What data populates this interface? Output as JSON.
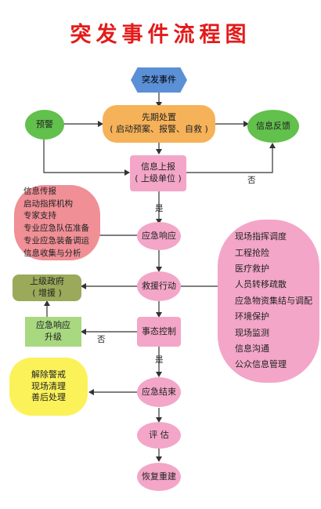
{
  "title": "突发事件流程图",
  "colors": {
    "title": "#e31b1b",
    "blue": "#5b8fd6",
    "orange": "#f6b259",
    "green": "#62c04c",
    "pink": "#f3a6c8",
    "salmon": "#f08f96",
    "olive": "#9aaa5a",
    "lightgreen": "#a8d880",
    "yellow": "#fbf25a",
    "line": "#333333"
  },
  "nodes": {
    "event": {
      "label": "突发事件"
    },
    "pre": {
      "line1": "先期处置",
      "line2": "( 启动预案、报警、自救 )"
    },
    "warning": {
      "label": "预警"
    },
    "feedback": {
      "label": "信息反馈"
    },
    "report": {
      "line1": "信息上报",
      "line2": "( 上级单位 )"
    },
    "response": {
      "label": "应急响应"
    },
    "rescue": {
      "label": "救援行动"
    },
    "control": {
      "label": "事态控制"
    },
    "end": {
      "label": "应急结束"
    },
    "evaluate": {
      "label": "评  估"
    },
    "rebuild": {
      "label": "恢复重建"
    },
    "gov": {
      "line1": "上级政府",
      "line2": "( 增援 )"
    },
    "upgrade": {
      "line1": "应急响应",
      "line2": "升级"
    }
  },
  "left_list": [
    "信息传报",
    "启动指挥机构",
    "专家支持",
    "专业应急队伍准备",
    "专业应急装备调运",
    "信息收集与分析"
  ],
  "right_list": [
    "现场指挥调度",
    "工程抢险",
    "医疗救护",
    "人员转移疏散",
    "应急物资集结与调配",
    "环境保护",
    "现场监测",
    "信息沟通",
    "公众信息管理"
  ],
  "end_list": [
    "解除警戒",
    "现场清理",
    "善后处理"
  ],
  "edge_labels": {
    "no_report": "否",
    "yes_report": "是",
    "no_control": "否",
    "yes_control": "是"
  }
}
